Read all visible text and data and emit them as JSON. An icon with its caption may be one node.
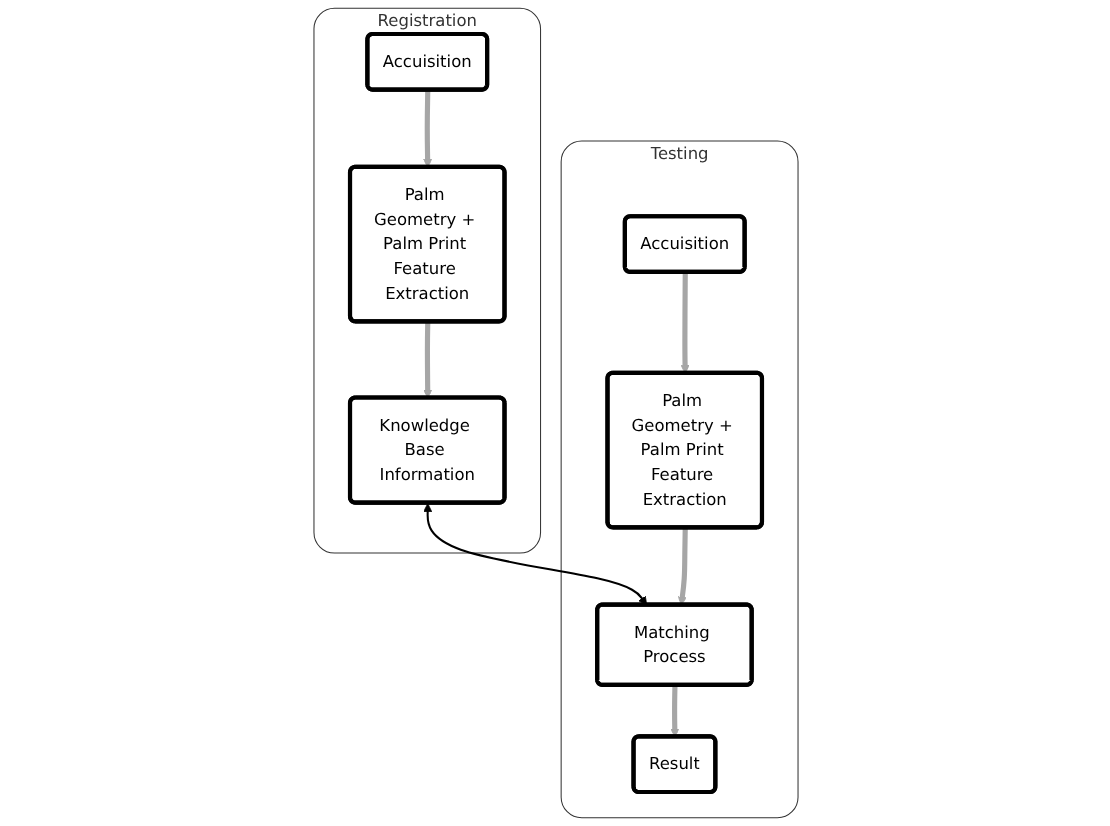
{
  "diagram": {
    "nodes": [
      {
        "text": [
          "Registration"
        ]
      },
      {
        "text": [
          "Accuisition"
        ],
        "in": 0
      },
      {
        "text": [
          "Palm Geometry + Palm Print Feature Extraction"
        ],
        "in": 0
      },
      {
        "text": [
          "Knowledge Base Information"
        ],
        "in": 0
      },
      {
        "text": [
          "Testing"
        ]
      },
      {
        "text": [
          "Accuisition"
        ],
        "in": 4
      },
      {
        "text": [
          "Palm Geometry + Palm Print Feature Extraction"
        ],
        "in": 4
      },
      {
        "text": [
          "Matching Process"
        ],
        "in": 4
      },
      {
        "text": [
          "Result"
        ],
        "in": 4
      }
    ],
    "edges": [
      {
        "from": 1,
        "to": 2,
        "arrow": "to"
      },
      {
        "from": 2,
        "to": 3,
        "arrow": "to"
      },
      {
        "from": 3,
        "to": 7,
        "arrow": "both",
        "color": "#000000"
      },
      {
        "from": 5,
        "to": 6,
        "arrow": "to"
      },
      {
        "from": 6,
        "to": 7,
        "arrow": "to"
      },
      {
        "from": 7,
        "to": 8,
        "arrow": "to"
      }
    ]
  }
}
